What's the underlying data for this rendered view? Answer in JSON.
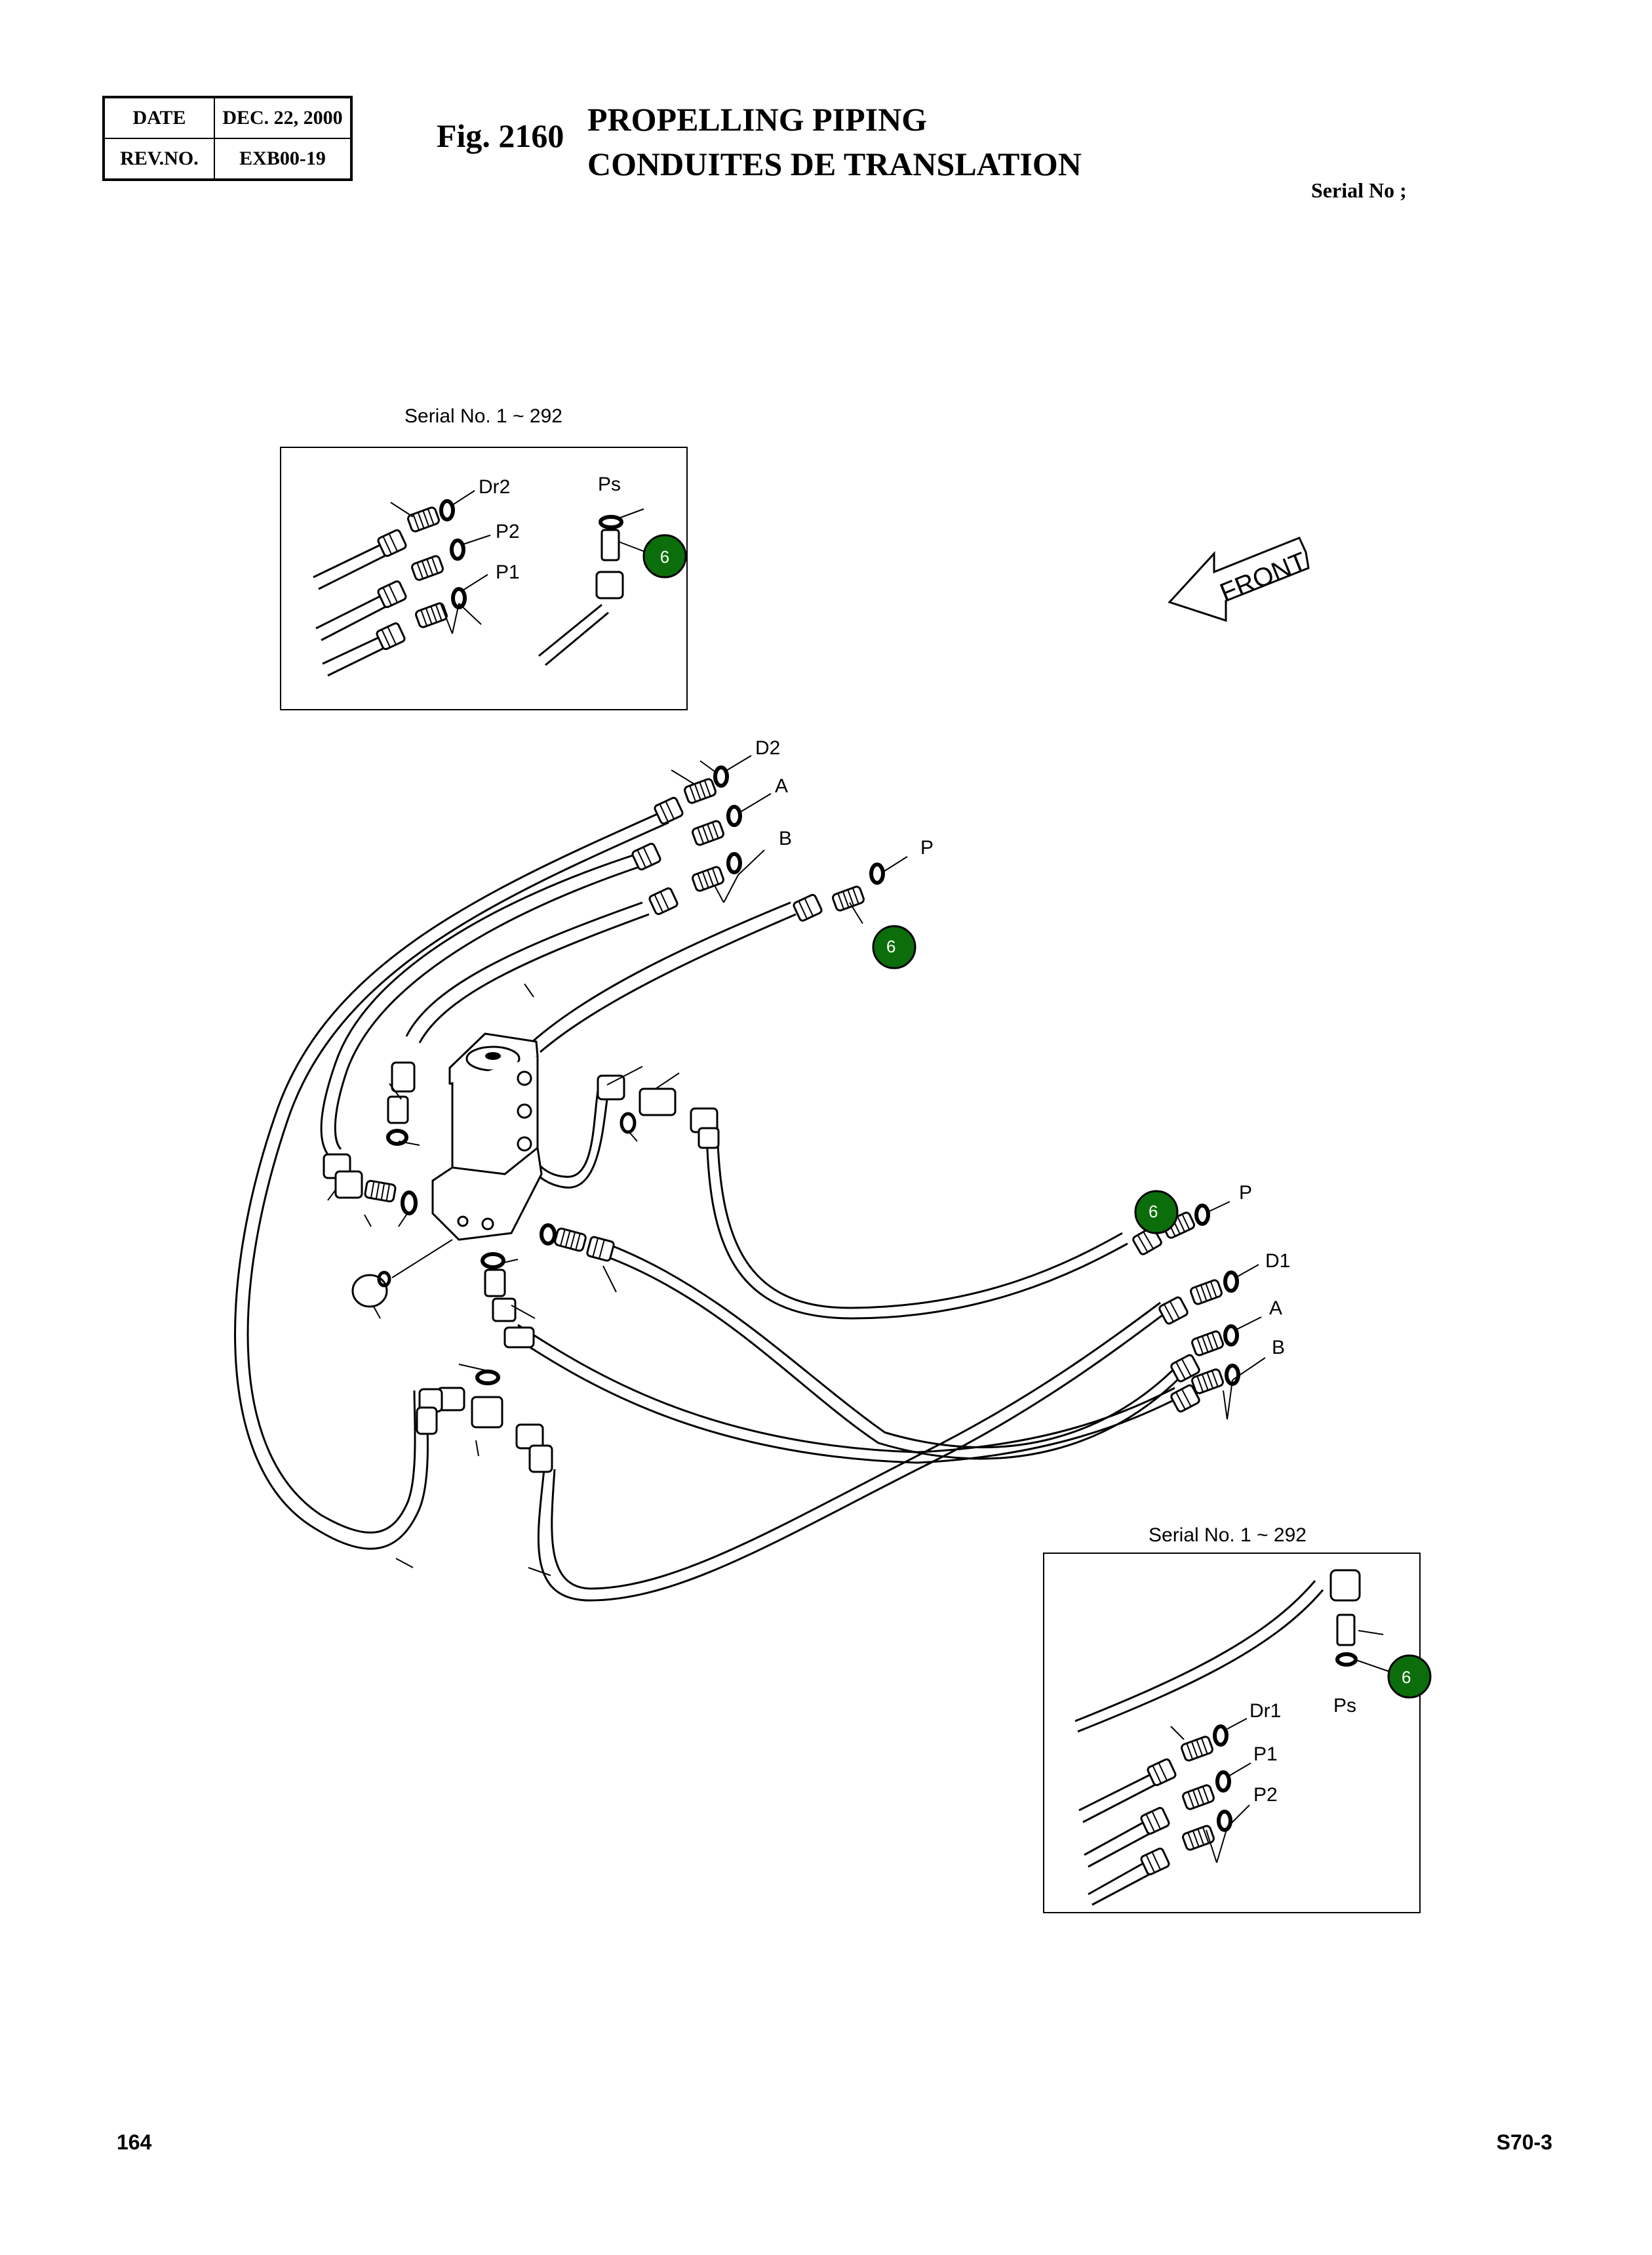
{
  "header": {
    "date_label": "DATE",
    "date_value": "DEC. 22, 2000",
    "rev_label": "REV.NO.",
    "rev_value": "EXB00-19",
    "fig_number": "Fig. 2160",
    "title_en": "PROPELLING PIPING",
    "title_fr": "CONDUITES DE TRANSLATION",
    "serial": "Serial No ;"
  },
  "inset_top": {
    "serial": "Serial No. 1 ~ 292",
    "labels": [
      "Dr2",
      "P2",
      "P1",
      "Ps"
    ],
    "callout": "6"
  },
  "main": {
    "front_label": "FRONT",
    "upper_ports": [
      "D2",
      "A",
      "B",
      "P"
    ],
    "lower_ports": [
      "P",
      "D1",
      "A",
      "B"
    ],
    "callouts": [
      "6",
      "6"
    ]
  },
  "inset_bottom": {
    "serial": "Serial No. 1 ~ 292",
    "labels": [
      "Dr1",
      "P1",
      "P2",
      "Ps"
    ],
    "callout": "6"
  },
  "footer": {
    "page_number": "164",
    "model": "S70-3"
  },
  "colors": {
    "callout_fill": "#0b6e0b",
    "line": "#000000"
  }
}
